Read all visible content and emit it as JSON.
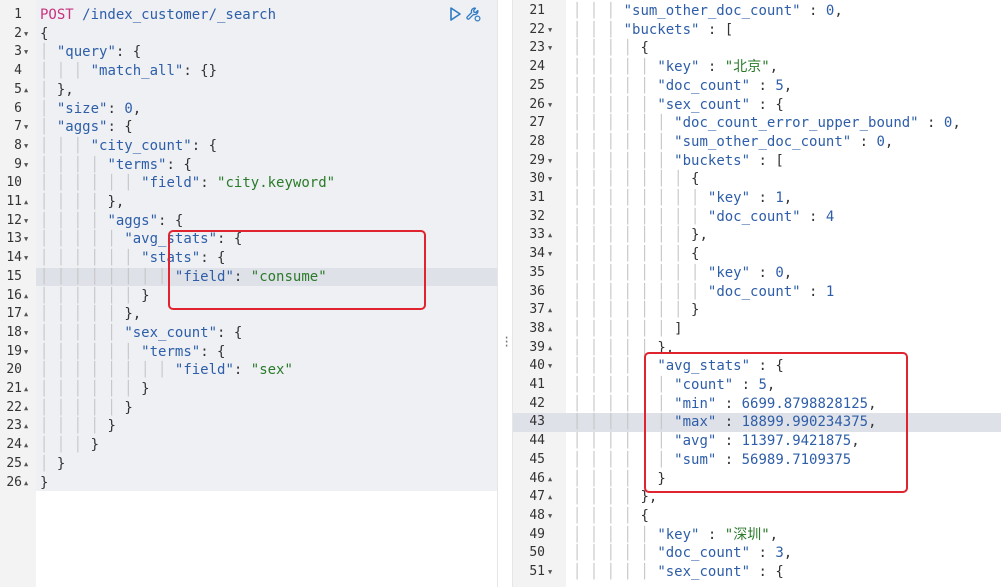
{
  "request": {
    "method": "POST",
    "path": " /index_customer/_search"
  },
  "left_editor": {
    "active_line": 15,
    "lines": [
      {
        "n": "1",
        "fold": "",
        "depth": 0,
        "parts": []
      },
      {
        "n": "2",
        "fold": "▼",
        "depth": 0,
        "parts": [
          [
            "punc",
            "{"
          ]
        ]
      },
      {
        "n": "3",
        "fold": "▼",
        "depth": 1,
        "parts": [
          [
            "key",
            "\"query\""
          ],
          [
            "punc",
            ": {"
          ]
        ]
      },
      {
        "n": "4",
        "fold": "",
        "depth": 3,
        "parts": [
          [
            "key",
            "\"match_all\""
          ],
          [
            "punc",
            ": {}"
          ]
        ]
      },
      {
        "n": "5",
        "fold": "▲",
        "depth": 1,
        "parts": [
          [
            "punc",
            "},"
          ]
        ]
      },
      {
        "n": "6",
        "fold": "",
        "depth": 1,
        "parts": [
          [
            "key",
            "\"size\""
          ],
          [
            "punc",
            ": "
          ],
          [
            "num",
            "0"
          ],
          [
            "punc",
            ","
          ]
        ]
      },
      {
        "n": "7",
        "fold": "▼",
        "depth": 1,
        "parts": [
          [
            "key",
            "\"aggs\""
          ],
          [
            "punc",
            ": {"
          ]
        ]
      },
      {
        "n": "8",
        "fold": "▼",
        "depth": 3,
        "parts": [
          [
            "key",
            "\"city_count\""
          ],
          [
            "punc",
            ": {"
          ]
        ]
      },
      {
        "n": "9",
        "fold": "▼",
        "depth": 4,
        "parts": [
          [
            "key",
            "\"terms\""
          ],
          [
            "punc",
            ": {"
          ]
        ]
      },
      {
        "n": "10",
        "fold": "",
        "depth": 6,
        "parts": [
          [
            "key",
            "\"field\""
          ],
          [
            "punc",
            ": "
          ],
          [
            "str",
            "\"city.keyword\""
          ]
        ]
      },
      {
        "n": "11",
        "fold": "▲",
        "depth": 4,
        "parts": [
          [
            "punc",
            "},"
          ]
        ]
      },
      {
        "n": "12",
        "fold": "▼",
        "depth": 4,
        "parts": [
          [
            "key",
            "\"aggs\""
          ],
          [
            "punc",
            ": {"
          ]
        ]
      },
      {
        "n": "13",
        "fold": "▼",
        "depth": 5,
        "parts": [
          [
            "key",
            "\"avg_stats\""
          ],
          [
            "punc",
            ": {"
          ]
        ]
      },
      {
        "n": "14",
        "fold": "▼",
        "depth": 6,
        "parts": [
          [
            "key",
            "\"stats\""
          ],
          [
            "punc",
            ": {"
          ]
        ]
      },
      {
        "n": "15",
        "fold": "",
        "depth": 8,
        "parts": [
          [
            "key",
            "\"field\""
          ],
          [
            "punc",
            ": "
          ],
          [
            "str",
            "\"consume\""
          ]
        ]
      },
      {
        "n": "16",
        "fold": "▲",
        "depth": 6,
        "parts": [
          [
            "punc",
            "}"
          ]
        ]
      },
      {
        "n": "17",
        "fold": "▲",
        "depth": 5,
        "parts": [
          [
            "punc",
            "},"
          ]
        ]
      },
      {
        "n": "18",
        "fold": "▼",
        "depth": 5,
        "parts": [
          [
            "key",
            "\"sex_count\""
          ],
          [
            "punc",
            ": {"
          ]
        ]
      },
      {
        "n": "19",
        "fold": "▼",
        "depth": 6,
        "parts": [
          [
            "key",
            "\"terms\""
          ],
          [
            "punc",
            ": {"
          ]
        ]
      },
      {
        "n": "20",
        "fold": "",
        "depth": 8,
        "parts": [
          [
            "key",
            "\"field\""
          ],
          [
            "punc",
            ": "
          ],
          [
            "str",
            "\"sex\""
          ]
        ]
      },
      {
        "n": "21",
        "fold": "▲",
        "depth": 6,
        "parts": [
          [
            "punc",
            "}"
          ]
        ]
      },
      {
        "n": "22",
        "fold": "▲",
        "depth": 5,
        "parts": [
          [
            "punc",
            "}"
          ]
        ]
      },
      {
        "n": "23",
        "fold": "▲",
        "depth": 4,
        "parts": [
          [
            "punc",
            "}"
          ]
        ]
      },
      {
        "n": "24",
        "fold": "▲",
        "depth": 3,
        "parts": [
          [
            "punc",
            "}"
          ]
        ]
      },
      {
        "n": "25",
        "fold": "▲",
        "depth": 1,
        "parts": [
          [
            "punc",
            "}"
          ]
        ]
      },
      {
        "n": "26",
        "fold": "▲",
        "depth": 0,
        "parts": [
          [
            "punc",
            "}"
          ]
        ]
      }
    ]
  },
  "right_editor": {
    "active_line": 43,
    "lines": [
      {
        "n": "21",
        "fold": "",
        "depth": 3,
        "parts": [
          [
            "key",
            "\"sum_other_doc_count\""
          ],
          [
            "punc",
            " : "
          ],
          [
            "num",
            "0"
          ],
          [
            "punc",
            ","
          ]
        ]
      },
      {
        "n": "22",
        "fold": "▼",
        "depth": 3,
        "parts": [
          [
            "key",
            "\"buckets\""
          ],
          [
            "punc",
            " : ["
          ]
        ]
      },
      {
        "n": "23",
        "fold": "▼",
        "depth": 4,
        "parts": [
          [
            "punc",
            "{"
          ]
        ]
      },
      {
        "n": "24",
        "fold": "",
        "depth": 5,
        "parts": [
          [
            "key",
            "\"key\""
          ],
          [
            "punc",
            " : "
          ],
          [
            "str",
            "\"北京\""
          ],
          [
            "punc",
            ","
          ]
        ]
      },
      {
        "n": "25",
        "fold": "",
        "depth": 5,
        "parts": [
          [
            "key",
            "\"doc_count\""
          ],
          [
            "punc",
            " : "
          ],
          [
            "num",
            "5"
          ],
          [
            "punc",
            ","
          ]
        ]
      },
      {
        "n": "26",
        "fold": "▼",
        "depth": 5,
        "parts": [
          [
            "key",
            "\"sex_count\""
          ],
          [
            "punc",
            " : {"
          ]
        ]
      },
      {
        "n": "27",
        "fold": "",
        "depth": 6,
        "parts": [
          [
            "key",
            "\"doc_count_error_upper_bound\""
          ],
          [
            "punc",
            " : "
          ],
          [
            "num",
            "0"
          ],
          [
            "punc",
            ","
          ]
        ]
      },
      {
        "n": "28",
        "fold": "",
        "depth": 6,
        "parts": [
          [
            "key",
            "\"sum_other_doc_count\""
          ],
          [
            "punc",
            " : "
          ],
          [
            "num",
            "0"
          ],
          [
            "punc",
            ","
          ]
        ]
      },
      {
        "n": "29",
        "fold": "▼",
        "depth": 6,
        "parts": [
          [
            "key",
            "\"buckets\""
          ],
          [
            "punc",
            " : ["
          ]
        ]
      },
      {
        "n": "30",
        "fold": "▼",
        "depth": 7,
        "parts": [
          [
            "punc",
            "{"
          ]
        ]
      },
      {
        "n": "31",
        "fold": "",
        "depth": 8,
        "parts": [
          [
            "key",
            "\"key\""
          ],
          [
            "punc",
            " : "
          ],
          [
            "num",
            "1"
          ],
          [
            "punc",
            ","
          ]
        ]
      },
      {
        "n": "32",
        "fold": "",
        "depth": 8,
        "parts": [
          [
            "key",
            "\"doc_count\""
          ],
          [
            "punc",
            " : "
          ],
          [
            "num",
            "4"
          ]
        ]
      },
      {
        "n": "33",
        "fold": "▲",
        "depth": 7,
        "parts": [
          [
            "punc",
            "},"
          ]
        ]
      },
      {
        "n": "34",
        "fold": "▼",
        "depth": 7,
        "parts": [
          [
            "punc",
            "{"
          ]
        ]
      },
      {
        "n": "35",
        "fold": "",
        "depth": 8,
        "parts": [
          [
            "key",
            "\"key\""
          ],
          [
            "punc",
            " : "
          ],
          [
            "num",
            "0"
          ],
          [
            "punc",
            ","
          ]
        ]
      },
      {
        "n": "36",
        "fold": "",
        "depth": 8,
        "parts": [
          [
            "key",
            "\"doc_count\""
          ],
          [
            "punc",
            " : "
          ],
          [
            "num",
            "1"
          ]
        ]
      },
      {
        "n": "37",
        "fold": "▲",
        "depth": 7,
        "parts": [
          [
            "punc",
            "}"
          ]
        ]
      },
      {
        "n": "38",
        "fold": "▲",
        "depth": 6,
        "parts": [
          [
            "punc",
            "]"
          ]
        ]
      },
      {
        "n": "39",
        "fold": "▲",
        "depth": 5,
        "parts": [
          [
            "punc",
            "},"
          ]
        ]
      },
      {
        "n": "40",
        "fold": "▼",
        "depth": 5,
        "parts": [
          [
            "key",
            "\"avg_stats\""
          ],
          [
            "punc",
            " : {"
          ]
        ]
      },
      {
        "n": "41",
        "fold": "",
        "depth": 6,
        "parts": [
          [
            "key",
            "\"count\""
          ],
          [
            "punc",
            " : "
          ],
          [
            "num",
            "5"
          ],
          [
            "punc",
            ","
          ]
        ]
      },
      {
        "n": "42",
        "fold": "",
        "depth": 6,
        "parts": [
          [
            "key",
            "\"min\""
          ],
          [
            "punc",
            " : "
          ],
          [
            "num",
            "6699.8798828125"
          ],
          [
            "punc",
            ","
          ]
        ]
      },
      {
        "n": "43",
        "fold": "",
        "depth": 6,
        "parts": [
          [
            "key",
            "\"max\""
          ],
          [
            "punc",
            " : "
          ],
          [
            "num",
            "18899.990234375"
          ],
          [
            "punc",
            ","
          ]
        ]
      },
      {
        "n": "44",
        "fold": "",
        "depth": 6,
        "parts": [
          [
            "key",
            "\"avg\""
          ],
          [
            "punc",
            " : "
          ],
          [
            "num",
            "11397.9421875"
          ],
          [
            "punc",
            ","
          ]
        ]
      },
      {
        "n": "45",
        "fold": "",
        "depth": 6,
        "parts": [
          [
            "key",
            "\"sum\""
          ],
          [
            "punc",
            " : "
          ],
          [
            "num",
            "56989.7109375"
          ]
        ]
      },
      {
        "n": "46",
        "fold": "▲",
        "depth": 5,
        "parts": [
          [
            "punc",
            "}"
          ]
        ]
      },
      {
        "n": "47",
        "fold": "▲",
        "depth": 4,
        "parts": [
          [
            "punc",
            "},"
          ]
        ]
      },
      {
        "n": "48",
        "fold": "▼",
        "depth": 4,
        "parts": [
          [
            "punc",
            "{"
          ]
        ]
      },
      {
        "n": "49",
        "fold": "",
        "depth": 5,
        "parts": [
          [
            "key",
            "\"key\""
          ],
          [
            "punc",
            " : "
          ],
          [
            "str",
            "\"深圳\""
          ],
          [
            "punc",
            ","
          ]
        ]
      },
      {
        "n": "50",
        "fold": "",
        "depth": 5,
        "parts": [
          [
            "key",
            "\"doc_count\""
          ],
          [
            "punc",
            " : "
          ],
          [
            "num",
            "3"
          ],
          [
            "punc",
            ","
          ]
        ]
      },
      {
        "n": "51",
        "fold": "▼",
        "depth": 5,
        "parts": [
          [
            "key",
            "\"sex_count\""
          ],
          [
            "punc",
            " : {"
          ]
        ]
      }
    ]
  },
  "icons": {
    "run": "play-icon",
    "settings": "wrench-icon",
    "resize": "resize-handle-icon"
  },
  "colors": {
    "highlight": "#e0242f",
    "key": "#2e5ea8",
    "string": "#2a7a2a",
    "method": "#c8327f"
  }
}
